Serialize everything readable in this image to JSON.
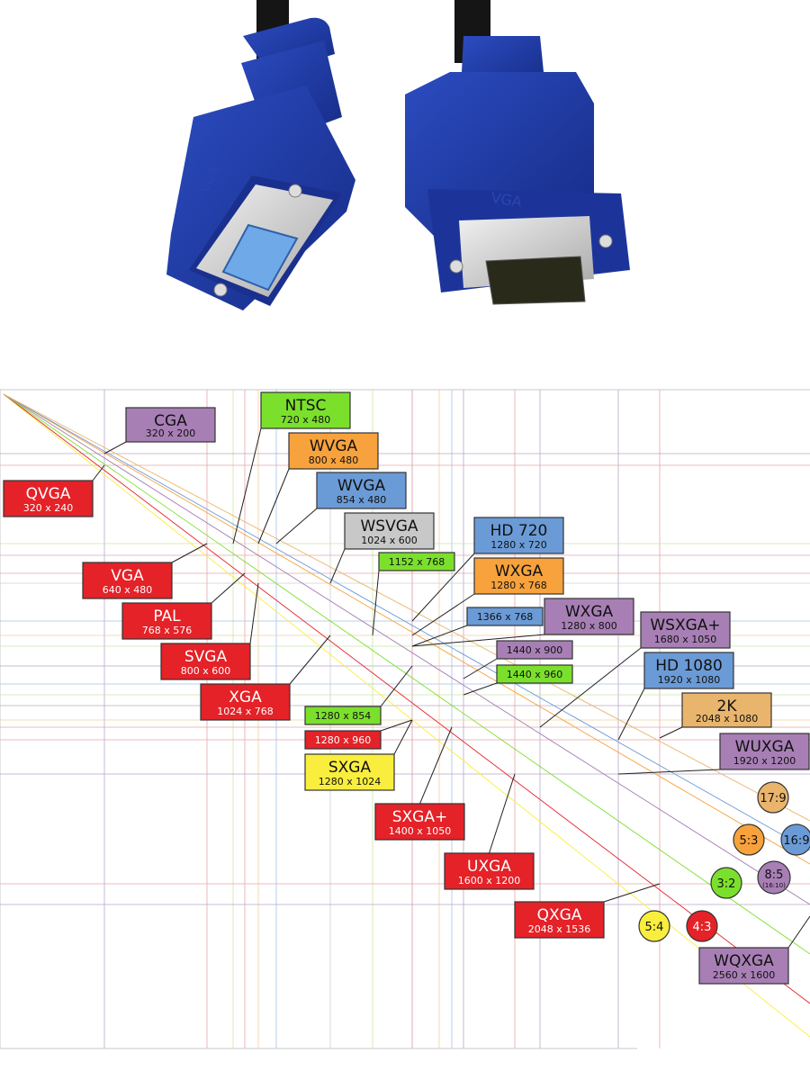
{
  "photo": {
    "connector_brand_text": "VGA"
  },
  "colors": {
    "red": "#e42228",
    "purple": "#a77fb5",
    "green": "#7be02c",
    "orange": "#f7a23c",
    "blue": "#6b9bd6",
    "gray": "#c8c8c8",
    "yellow": "#f9ee3d",
    "peach": "#e9b56c",
    "cable_blue": "#1f3fa5"
  },
  "resolutions": [
    {
      "id": "cga",
      "name": "CGA",
      "res": "320 x 200",
      "color": "purple"
    },
    {
      "id": "qvga",
      "name": "QVGA",
      "res": "320 x 240",
      "color": "red"
    },
    {
      "id": "ntsc",
      "name": "NTSC",
      "res": "720 x 480",
      "color": "green"
    },
    {
      "id": "wvga-800",
      "name": "WVGA",
      "res": "800 x 480",
      "color": "orange"
    },
    {
      "id": "wvga-854",
      "name": "WVGA",
      "res": "854 x 480",
      "color": "blue"
    },
    {
      "id": "wsvga",
      "name": "WSVGA",
      "res": "1024 x 600",
      "color": "gray"
    },
    {
      "id": "hd720",
      "name": "HD 720",
      "res": "1280 x 720",
      "color": "blue"
    },
    {
      "id": "r1152x768",
      "name": "",
      "res": "1152 x 768",
      "color": "green"
    },
    {
      "id": "wxga-768",
      "name": "WXGA",
      "res": "1280 x 768",
      "color": "orange"
    },
    {
      "id": "vga",
      "name": "VGA",
      "res": "640 x 480",
      "color": "red"
    },
    {
      "id": "pal",
      "name": "PAL",
      "res": "768 x 576",
      "color": "red"
    },
    {
      "id": "r1366x768",
      "name": "",
      "res": "1366 x 768",
      "color": "blue"
    },
    {
      "id": "wxga-800",
      "name": "WXGA",
      "res": "1280 x 800",
      "color": "purple"
    },
    {
      "id": "wsxga-plus",
      "name": "WSXGA+",
      "res": "1680 x 1050",
      "color": "purple"
    },
    {
      "id": "svga",
      "name": "SVGA",
      "res": "800 x 600",
      "color": "red"
    },
    {
      "id": "r1440x900",
      "name": "",
      "res": "1440 x 900",
      "color": "purple"
    },
    {
      "id": "hd1080",
      "name": "HD 1080",
      "res": "1920 x 1080",
      "color": "blue"
    },
    {
      "id": "r1440x960",
      "name": "",
      "res": "1440 x 960",
      "color": "green"
    },
    {
      "id": "xga",
      "name": "XGA",
      "res": "1024 x 768",
      "color": "red"
    },
    {
      "id": "2k",
      "name": "2K",
      "res": "2048 x 1080",
      "color": "peach"
    },
    {
      "id": "r1280x854",
      "name": "",
      "res": "1280 x 854",
      "color": "green"
    },
    {
      "id": "r1280x960",
      "name": "",
      "res": "1280 x 960",
      "color": "red"
    },
    {
      "id": "wuxga",
      "name": "WUXGA",
      "res": "1920 x 1200",
      "color": "purple"
    },
    {
      "id": "sxga",
      "name": "SXGA",
      "res": "1280 x 1024",
      "color": "yellow"
    },
    {
      "id": "sxga-plus",
      "name": "SXGA+",
      "res": "1400 x 1050",
      "color": "red"
    },
    {
      "id": "uxga",
      "name": "UXGA",
      "res": "1600 x 1200",
      "color": "red"
    },
    {
      "id": "qxga",
      "name": "QXGA",
      "res": "2048 x 1536",
      "color": "red"
    },
    {
      "id": "wqxga",
      "name": "WQXGA",
      "res": "2560 x 1600",
      "color": "purple"
    }
  ],
  "ratios": [
    {
      "id": "17-9",
      "label": "17:9",
      "sub": "",
      "color": "peach"
    },
    {
      "id": "5-3",
      "label": "5:3",
      "sub": "",
      "color": "orange"
    },
    {
      "id": "16-9",
      "label": "16:9",
      "sub": "",
      "color": "blue"
    },
    {
      "id": "3-2",
      "label": "3:2",
      "sub": "",
      "color": "green"
    },
    {
      "id": "8-5",
      "label": "8:5",
      "sub": "(16:10)",
      "color": "purple"
    },
    {
      "id": "5-4",
      "label": "5:4",
      "sub": "",
      "color": "yellow"
    },
    {
      "id": "4-3",
      "label": "4:3",
      "sub": "",
      "color": "red"
    }
  ]
}
